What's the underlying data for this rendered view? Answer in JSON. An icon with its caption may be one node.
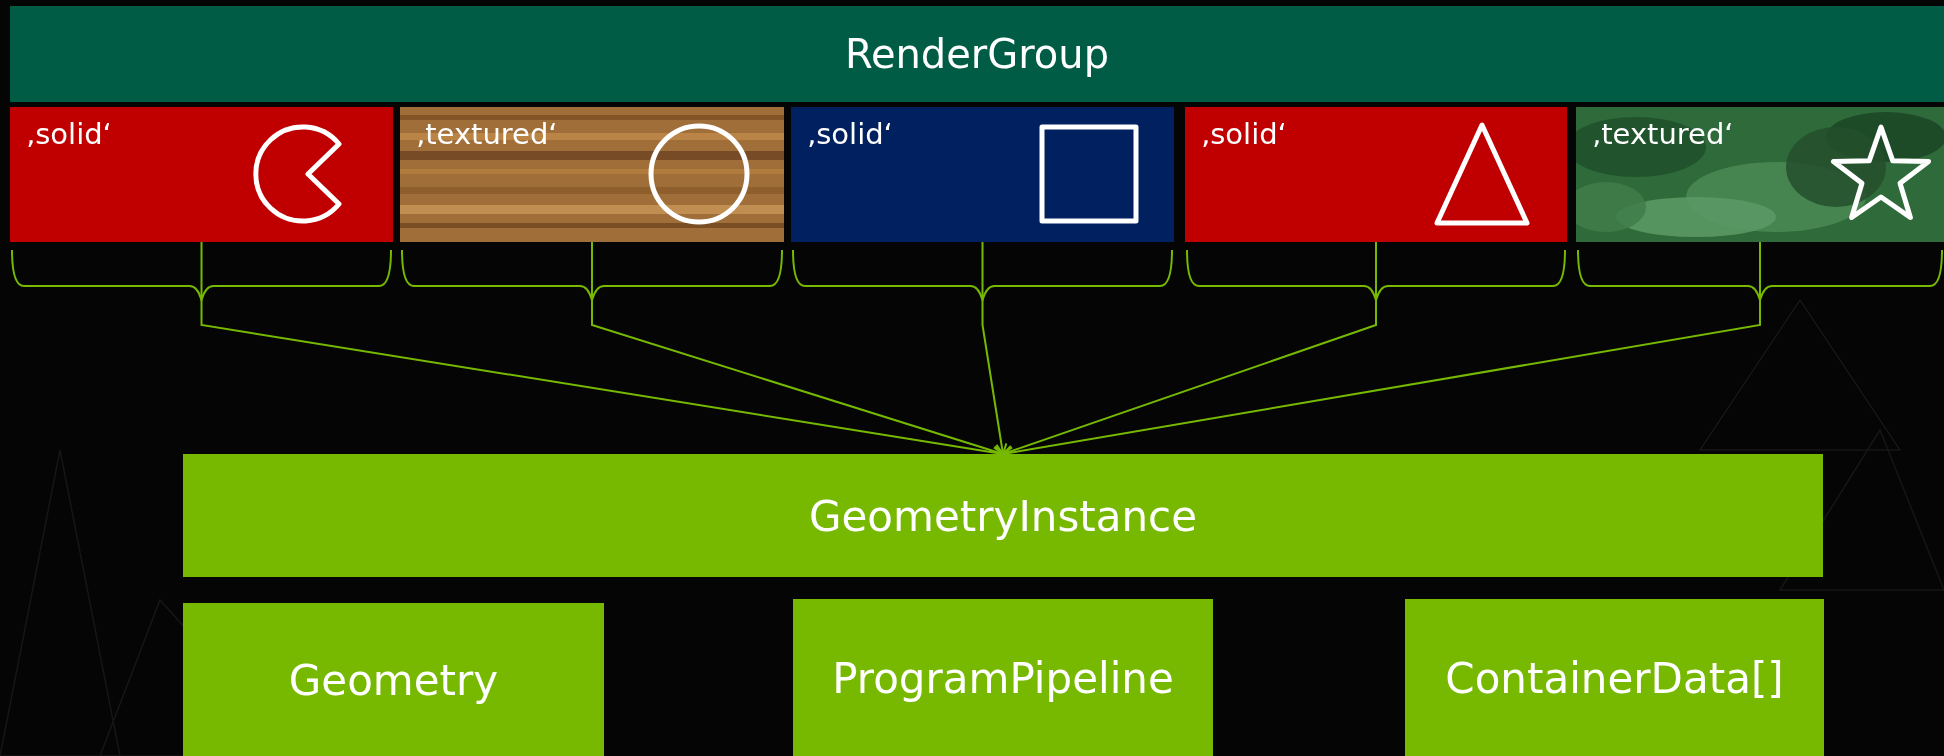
{
  "diagram": {
    "nodes": [
      {
        "text": [
          "RenderGroup"
        ]
      },
      {
        "text": [
          "‚solid‘"
        ]
      },
      {
        "text": [
          "‚textured‘"
        ]
      },
      {
        "text": [
          "‚solid‘"
        ]
      },
      {
        "text": [
          "‚solid‘"
        ]
      },
      {
        "text": [
          "‚textured‘"
        ]
      },
      {
        "text": [
          "GeometryInstance"
        ]
      },
      {
        "text": [
          "Geometry"
        ]
      },
      {
        "text": [
          "ProgramPipeline"
        ]
      },
      {
        "text": [
          "ContainerData[]"
        ]
      }
    ],
    "edges": [
      {
        "from": 1,
        "to": 6,
        "arrow": "to"
      },
      {
        "from": 2,
        "to": 6,
        "arrow": "to"
      },
      {
        "from": 3,
        "to": 6,
        "arrow": "to"
      },
      {
        "from": 4,
        "to": 6,
        "arrow": "to"
      },
      {
        "from": 5,
        "to": 6,
        "arrow": "to"
      }
    ]
  }
}
